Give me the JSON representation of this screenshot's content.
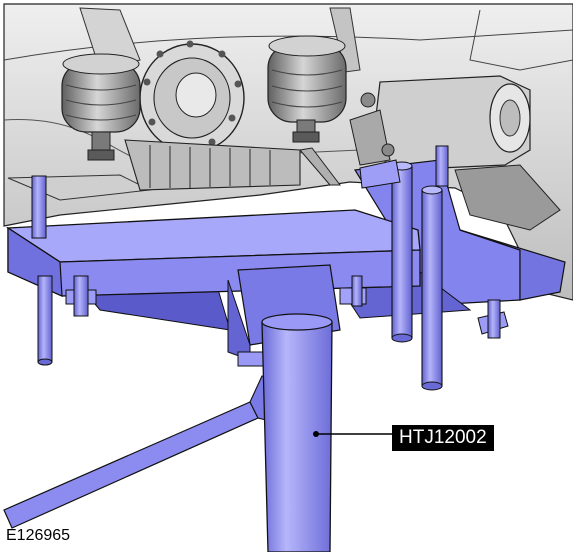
{
  "figure": {
    "callout": "HTJ12002",
    "figure_id": "E126965"
  },
  "colors": {
    "tool_fill": "#8d8df3",
    "tool_dark": "#5454c8",
    "tool_light": "#b3b3fb",
    "vehicle_fill": "#dedede",
    "vehicle_shadow": "#8a8a8a",
    "line": "#111111"
  },
  "icons": [
    "differential-illustration",
    "transmission-jack-tool"
  ]
}
